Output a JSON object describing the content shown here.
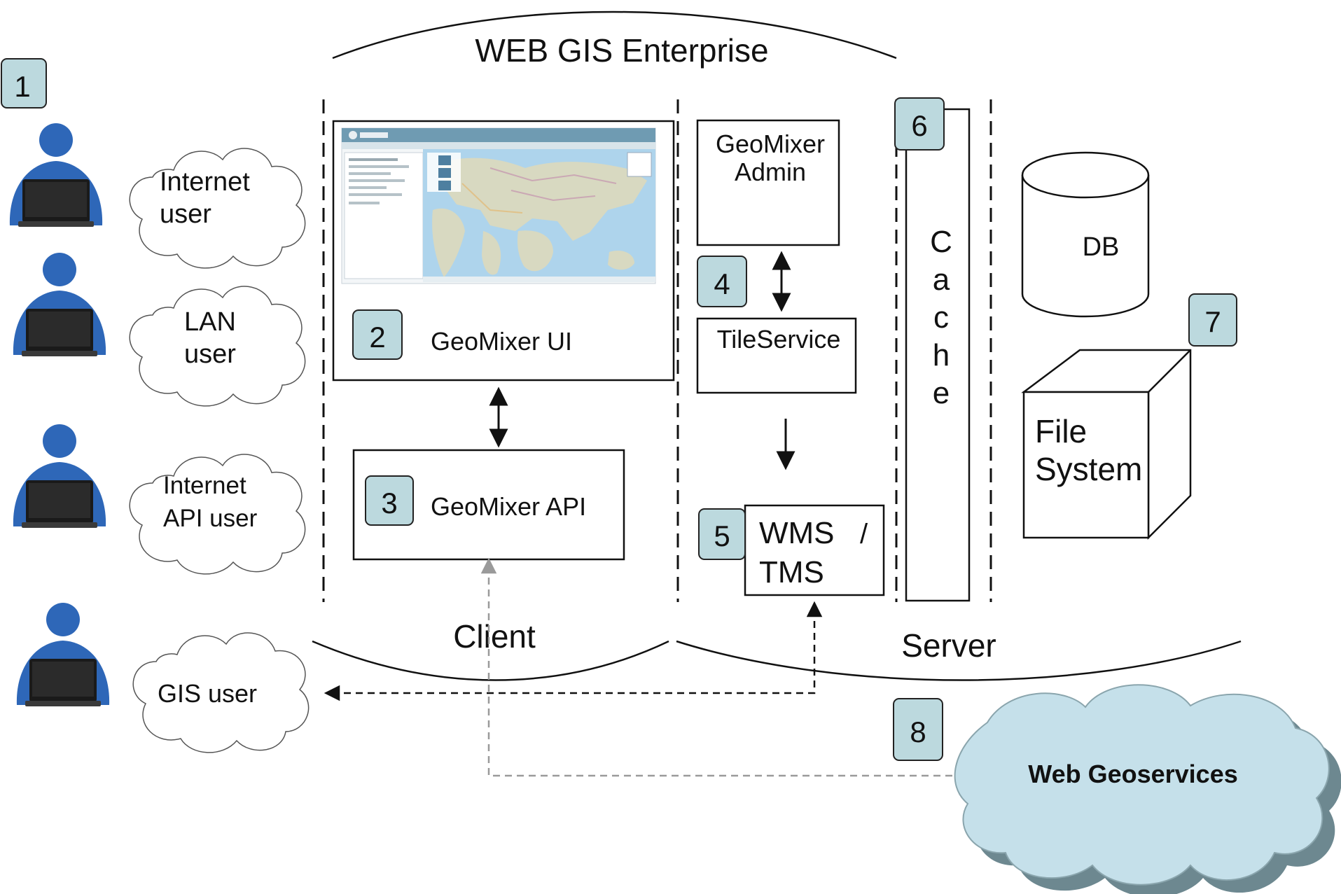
{
  "title": "WEB GIS Enterprise",
  "users": [
    {
      "badge": "1",
      "line1": "Internet",
      "line2": "user"
    },
    {
      "line1": "LAN",
      "line2": "user"
    },
    {
      "line1": "Internet",
      "line2": "API user"
    },
    {
      "line1": "GIS user",
      "line2": ""
    }
  ],
  "client": {
    "label": "Client",
    "ui": {
      "badge": "2",
      "label": "GeoMixer UI"
    },
    "api": {
      "badge": "3",
      "label": "GeoMixer API"
    }
  },
  "server": {
    "label": "Server",
    "admin": {
      "line1": "GeoMixer",
      "line2": "Admin"
    },
    "tileservice": {
      "badge": "4",
      "label": "TileService"
    },
    "wms": {
      "badge": "5",
      "line1": "WMS",
      "slash": "/",
      "line2": "TMS"
    },
    "cache": {
      "badge": "6",
      "letters": [
        "C",
        "a",
        "c",
        "h",
        "e"
      ]
    },
    "storage": {
      "badge": "7",
      "db": "DB",
      "fs_line1": "File",
      "fs_line2": "System"
    }
  },
  "web": {
    "badge": "8",
    "label": "Web Geoservices"
  },
  "colors": {
    "badge_fill": "#bcd9de",
    "user_blue": "#2e67b8",
    "cloud_fill": "#c5e0ea",
    "cloud_shadow": "#6d8890",
    "map_water": "#aed4ec",
    "map_land": "#d8d9c1"
  }
}
